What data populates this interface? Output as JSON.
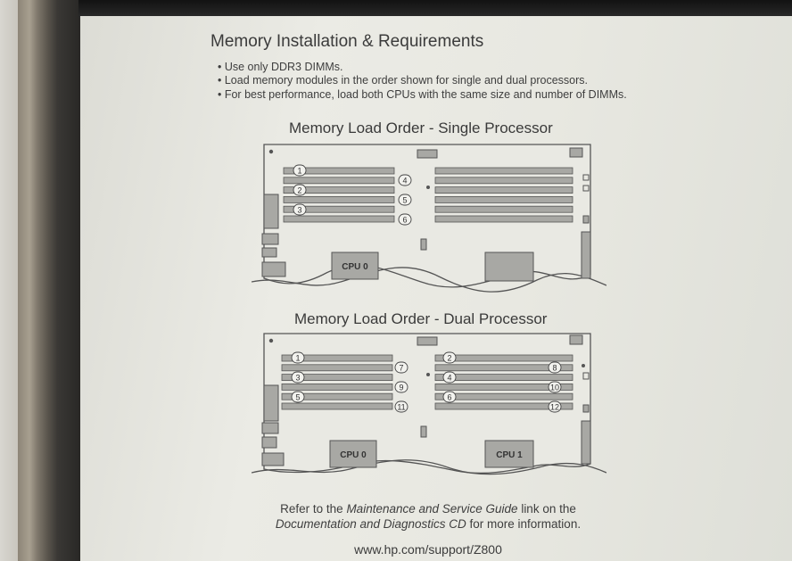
{
  "label": {
    "title": "Memory Installation & Requirements",
    "bullets": [
      "• Use only DDR3 DIMMs.",
      "• Load memory modules in the order shown for single and dual processors.",
      "• For best performance, load both CPUs with the same size and number of DIMMs."
    ],
    "single": {
      "heading": "Memory Load Order - Single Processor",
      "slot_numbers": [
        "1",
        "4",
        "2",
        "5",
        "3",
        "6"
      ],
      "cpu0": "CPU 0"
    },
    "dual": {
      "heading": "Memory Load Order - Dual Processor",
      "slot_numbers": [
        "1",
        "7",
        "3",
        "9",
        "5",
        "11",
        "2",
        "8",
        "4",
        "10",
        "6",
        "12"
      ],
      "cpu0": "CPU 0",
      "cpu1": "CPU 1"
    },
    "footer_plain1": "Refer to the ",
    "footer_italic1": "Maintenance and Service Guide",
    "footer_plain2": " link on the",
    "footer_italic2": "Documentation and Diagnostics CD",
    "footer_plain3": " for more information.",
    "url": "www.hp.com/support/Z800"
  }
}
